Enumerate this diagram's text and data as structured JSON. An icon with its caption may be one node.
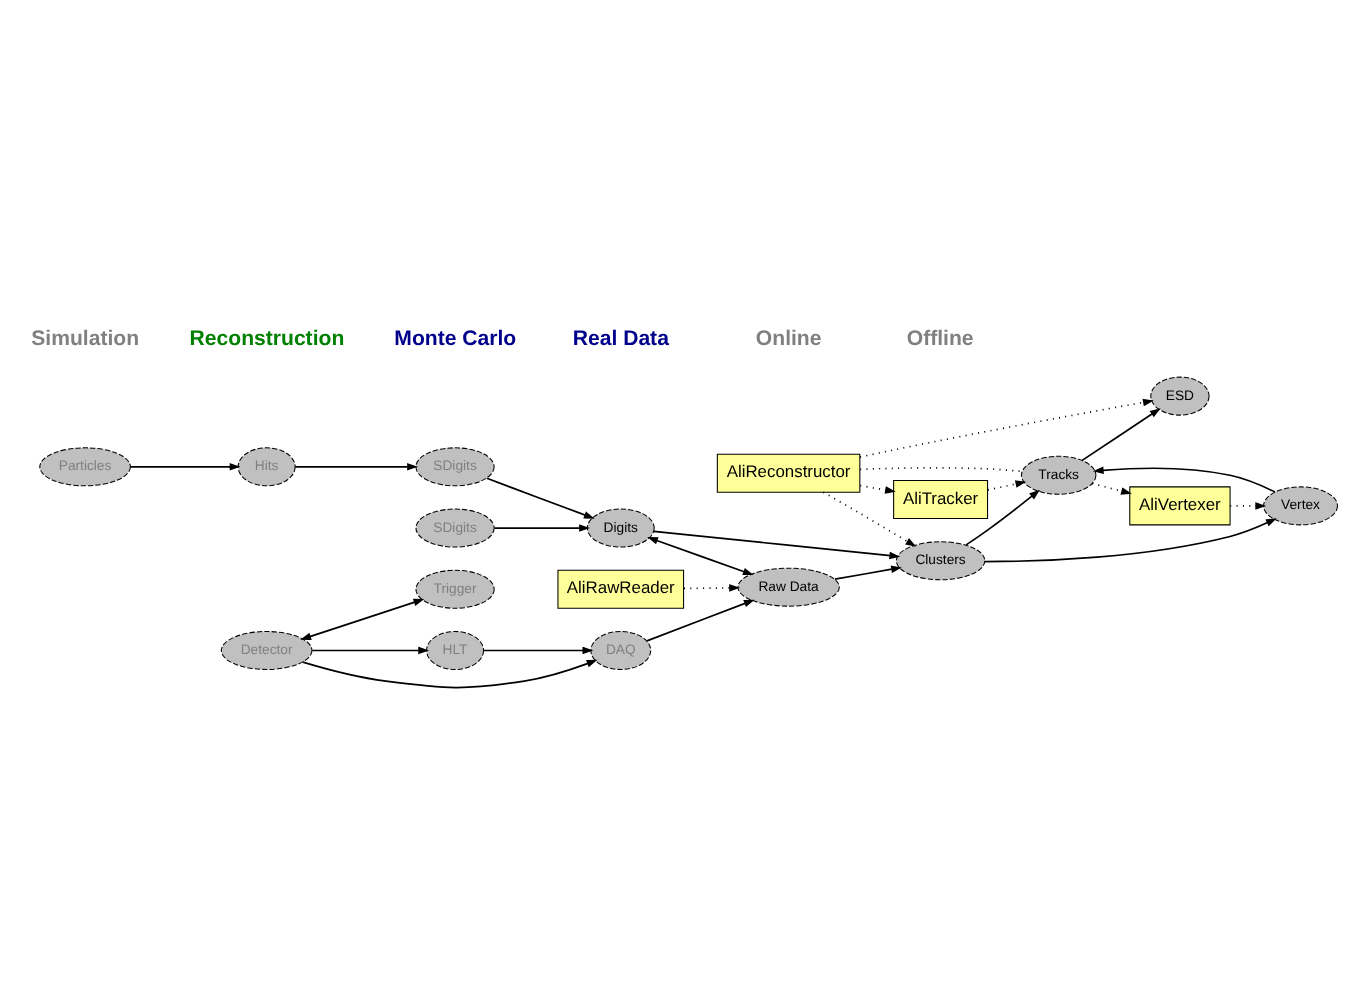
{
  "diagram": {
    "nodes": [
      {
        "text": [
          "Particles"
        ]
      },
      {
        "text": [
          "Hits"
        ]
      },
      {
        "text": [
          "SDigits"
        ]
      },
      {
        "text": [
          "SDigits"
        ]
      },
      {
        "text": [
          "Digits"
        ]
      },
      {
        "text": [
          "Detector"
        ]
      },
      {
        "text": [
          "DAQ"
        ]
      },
      {
        "text": [
          "Raw Data"
        ]
      },
      {
        "text": [
          "Trigger"
        ]
      },
      {
        "text": [
          "HLT"
        ]
      },
      {
        "text": [
          "Clusters"
        ]
      },
      {
        "text": [
          "Tracks"
        ]
      },
      {
        "text": [
          "ESD"
        ]
      },
      {
        "text": [
          "Vertex"
        ]
      },
      {
        "text": [
          "AliReconstructor"
        ]
      },
      {
        "text": [
          "AliTracker"
        ]
      },
      {
        "text": [
          "AliRawReader"
        ]
      },
      {
        "text": [
          "AliVertexer"
        ]
      }
    ],
    "edges": [
      {
        "from": 0,
        "to": 1,
        "arrow": "to"
      },
      {
        "from": 1,
        "to": 3,
        "arrow": "to"
      },
      {
        "from": 2,
        "to": 4,
        "arrow": "to"
      },
      {
        "from": 3,
        "to": 4,
        "arrow": "to"
      },
      {
        "from": 4,
        "to": 7,
        "arrow": "both"
      },
      {
        "from": 5,
        "to": 6,
        "arrow": "to"
      },
      {
        "from": 6,
        "to": 7,
        "arrow": "to"
      },
      {
        "from": 5,
        "to": 8,
        "arrow": "both"
      },
      {
        "from": 5,
        "to": 9,
        "arrow": "to"
      },
      {
        "from": 9,
        "to": 6,
        "arrow": "to"
      },
      {
        "from": 4,
        "to": 10,
        "arrow": "to"
      },
      {
        "from": 7,
        "to": 10,
        "arrow": "to"
      },
      {
        "from": 10,
        "to": 11,
        "arrow": "to"
      },
      {
        "from": 11,
        "to": 12,
        "arrow": "to"
      },
      {
        "from": 10,
        "to": 13,
        "arrow": "to"
      },
      {
        "from": 13,
        "to": 11,
        "arrow": "to"
      },
      {
        "from": 14,
        "to": 10,
        "arrow": "to",
        "style": "dashed"
      },
      {
        "from": 14,
        "to": 15,
        "arrow": "to",
        "style": "dashed"
      },
      {
        "from": 14,
        "to": 11,
        "arrow": "none",
        "style": "dashed"
      },
      {
        "from": 14,
        "to": 12,
        "arrow": "to",
        "style": "dashed"
      },
      {
        "from": 15,
        "to": 11,
        "arrow": "to",
        "style": "dashed"
      },
      {
        "from": 16,
        "to": 7,
        "arrow": "to",
        "style": "dashed"
      },
      {
        "from": 11,
        "to": 17,
        "arrow": "to",
        "style": "dashed"
      },
      {
        "from": 17,
        "to": 13,
        "arrow": "to",
        "style": "dashed"
      }
    ],
    "labels": [
      "Simulation",
      "Reconstruction",
      "Monte Carlo",
      "Real Data",
      "Online",
      "Offline"
    ]
  }
}
